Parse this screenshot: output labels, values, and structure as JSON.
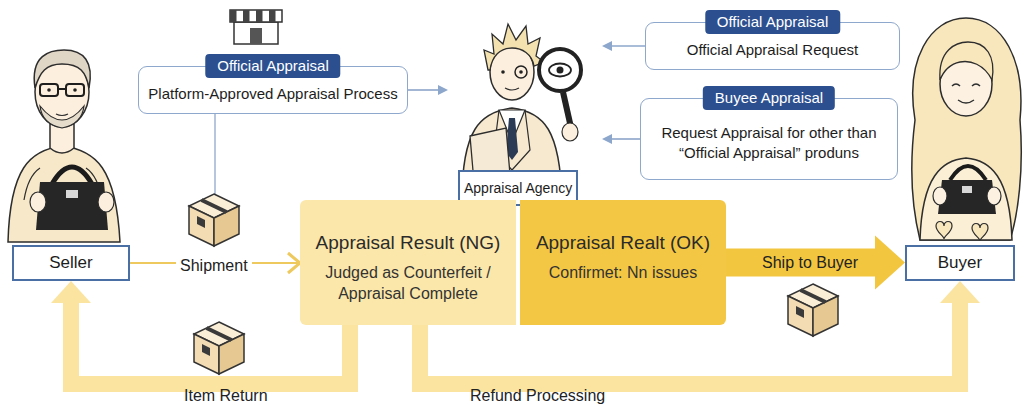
{
  "diagram": {
    "nodes": [
      {
        "text": [
          "Seller"
        ]
      },
      {
        "text": [
          "Official Appraisal",
          "Platform-Approved Appraisal Process"
        ]
      },
      {
        "text": [
          "Appraisal Agency"
        ]
      },
      {
        "text": [
          "Official Appraisal",
          "Official Appraisal Request"
        ]
      },
      {
        "text": [
          "Buyee Appraisal",
          "Request Appraisal for other than “Official Appraisal” produns"
        ]
      },
      {
        "text": [
          "Appraisal Result (NG)",
          "Judged as Counterfeit / Appraisal Complete"
        ]
      },
      {
        "text": [
          "Appraisal Realt (OK)",
          "Confirmet: Nn issues"
        ]
      },
      {
        "text": [
          "Buyer"
        ]
      }
    ],
    "edges": [
      {
        "from": 1,
        "to": 2,
        "arrow": "to"
      },
      {
        "from": 3,
        "to": 2,
        "arrow": "to"
      },
      {
        "from": 4,
        "to": 2,
        "arrow": "to"
      },
      {
        "from": 0,
        "to": 5,
        "label": "Shipment",
        "arrow": "to"
      },
      {
        "from": 6,
        "to": 7,
        "label": "Ship to Buyer",
        "arrow": "to"
      },
      {
        "from": 5,
        "to": 0,
        "label": "Item Return",
        "arrow": "to"
      },
      {
        "from": 5,
        "to": 7,
        "label": "Refund Processing",
        "arrow": "to"
      }
    ]
  }
}
